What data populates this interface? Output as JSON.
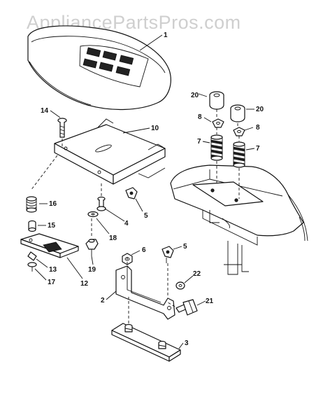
{
  "watermark": "AppliancePartsPros.com",
  "callouts": {
    "seat": "1",
    "seat_pan": "10",
    "bolt_14": "14",
    "spring_16": "16",
    "bushing_15": "15",
    "bracket_12": "12",
    "part_13": "13",
    "part_17": "17",
    "knob_19": "19",
    "washer_18": "18",
    "bolt_4": "4",
    "clip_5_upper": "5",
    "clip_5_lower": "5",
    "nut_6": "6",
    "spacer_20_left": "20",
    "spacer_20_right": "20",
    "nut_8_left": "8",
    "nut_8_right": "8",
    "spring_7_left": "7",
    "spring_7_right": "7",
    "bracket_2": "2",
    "plate_3": "3",
    "bolt_21": "21",
    "washer_22": "22"
  }
}
